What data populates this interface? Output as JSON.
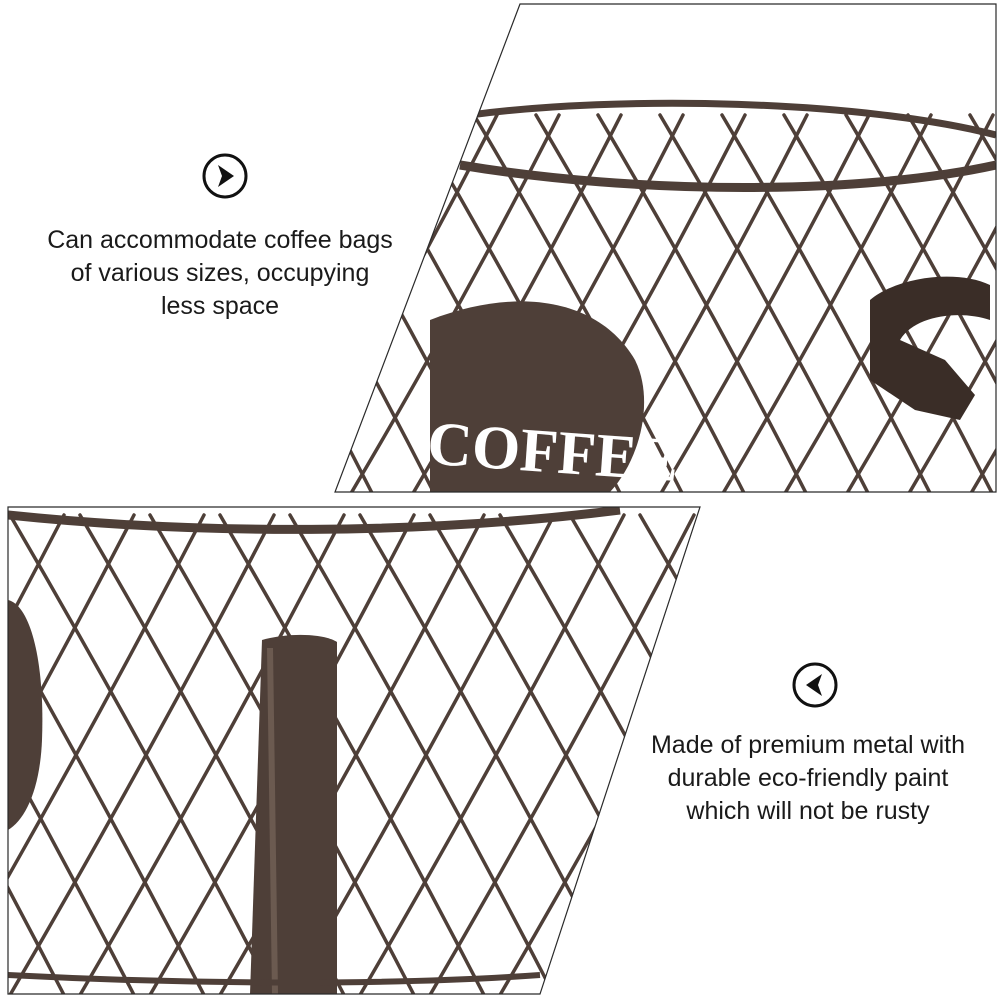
{
  "colors": {
    "metal": "#4e3f38",
    "metal_dark": "#3a2d27",
    "metal_light": "#6b5a50",
    "text": "#1a1a1a",
    "frame": "#2a2a2a"
  },
  "icons": {
    "top_arrow": "chevron-right-icon",
    "bottom_arrow": "chevron-left-icon"
  },
  "top_panel": {
    "caption_lines": [
      "Can accommodate coffee bags",
      "of various sizes, occupying",
      "less space"
    ],
    "label_text": "COFFEE"
  },
  "bottom_panel": {
    "caption_lines": [
      "Made of premium metal with",
      "durable eco-friendly paint",
      "which will not be rusty"
    ]
  }
}
